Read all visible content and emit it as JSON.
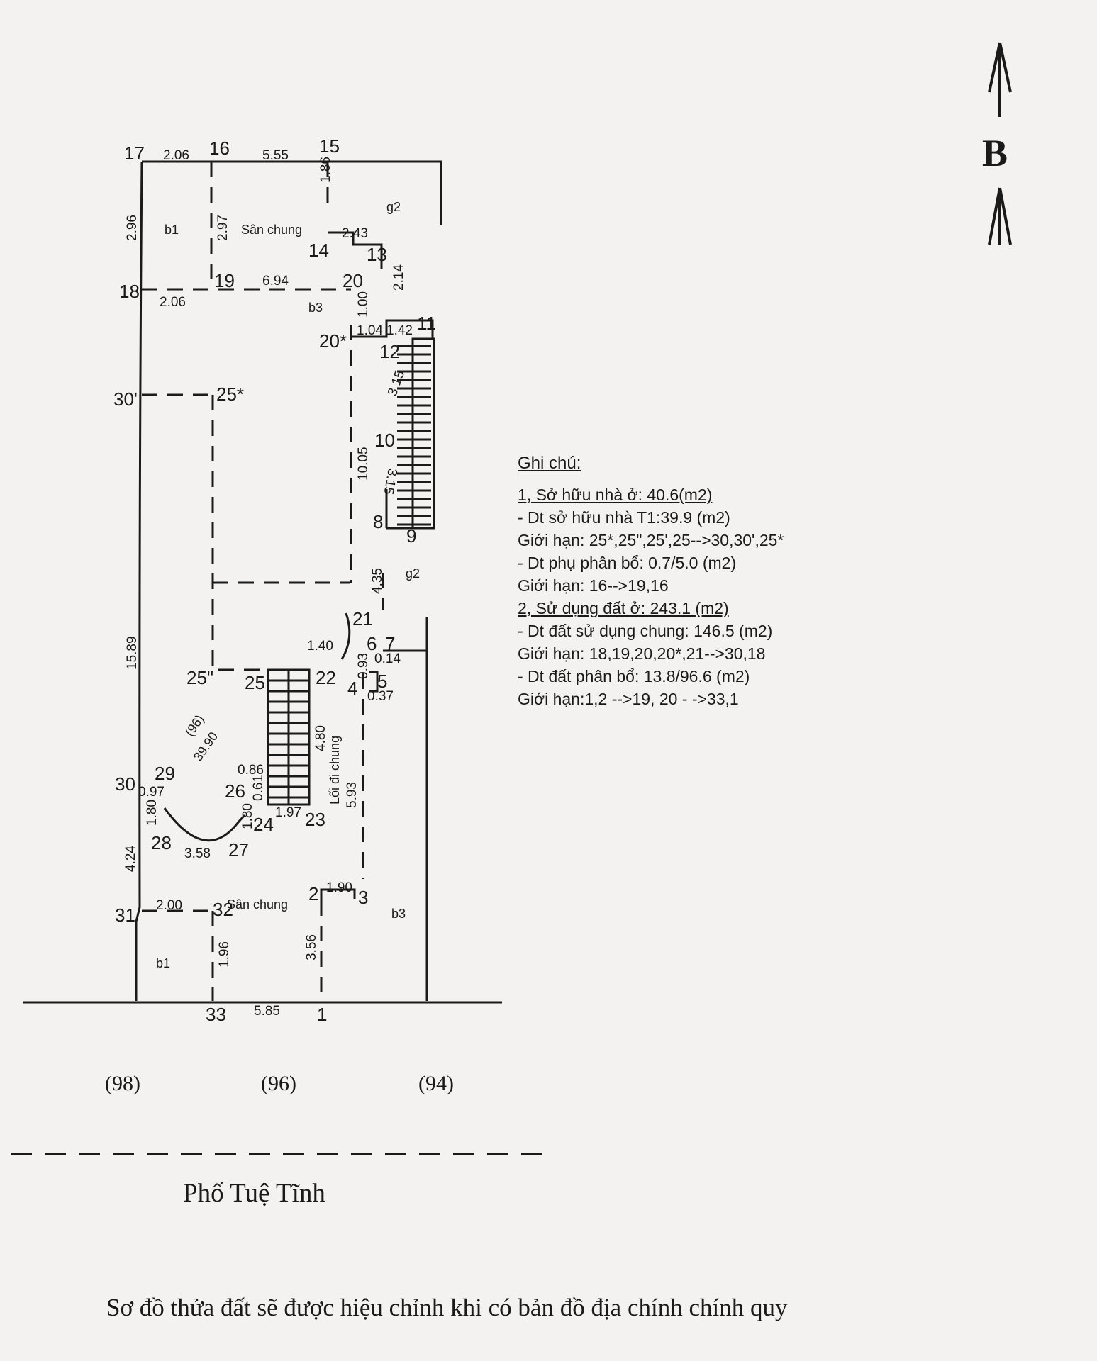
{
  "compass_letter": "B",
  "notes": {
    "title": "Ghi chú:",
    "lines": [
      "1, Sở hữu nhà ở: 40.6(m2)",
      "- Dt sở hữu nhà T1:39.9 (m2)",
      "Giới hạn: 25*,25\",25',25-->30,30',25*",
      "- Dt phụ phân bổ: 0.7/5.0 (m2)",
      "Giới hạn: 16-->19,16",
      "2, Sử dụng đất ở: 243.1 (m2)",
      "- Dt đất sử dụng chung: 146.5 (m2)",
      "Giới hạn: 18,19,20,20*,21-->30,18",
      "- Dt đất phân bổ: 13.8/96.6 (m2)",
      "Giới hạn:1,2 -->19, 20 - ->33,1"
    ]
  },
  "neighbors": [
    "(98)",
    "(96)",
    "(94)"
  ],
  "street": "Phố Tuệ Tĩnh",
  "footer": "Sơ đồ thửa đất sẽ được hiệu chỉnh khi có bản đồ địa chính chính quy",
  "labels": {
    "p17": "17",
    "p16": "16",
    "p15": "15",
    "p18": "18",
    "p19": "19",
    "p20": "20",
    "p20s": "20*",
    "p14": "14",
    "p13": "13",
    "p11": "11",
    "p12": "12",
    "p30a": "30'",
    "p25s": "25*",
    "p10": "10",
    "p8": "8",
    "p9": "9",
    "p21": "21",
    "p6": "6",
    "p7": "7",
    "p25dq": "25\"",
    "p25": "25",
    "p22": "22",
    "p4": "4",
    "p5": "5",
    "p30": "30",
    "p29": "29",
    "p26": "26",
    "p24": "24",
    "p23": "23",
    "p28": "28",
    "p27": "27",
    "p31": "31",
    "p32": "32",
    "p2": "2",
    "p3": "3",
    "p33": "33",
    "p1": "1",
    "d206a": "2.06",
    "d555": "5.55",
    "d186": "1.86",
    "d296": "2.96",
    "d297": "2.97",
    "d243": "2.43",
    "d214": "2.14",
    "d206b": "2.06",
    "d694": "6.94",
    "d100": "1.00",
    "d104": "1.04",
    "d142": "1.42",
    "d315a": "3.15",
    "d1005": "10.05",
    "d315b": "3.15",
    "d435": "4.35",
    "d140": "1.40",
    "d093": "0.93",
    "d014": "0.14",
    "d037": "0.37",
    "d480": "4.80",
    "d593": "5.93",
    "d1589": "15.89",
    "d086": "0.86",
    "d061": "0.61",
    "d097": "0.97",
    "d180a": "1.80",
    "d180b": "1.80",
    "d197": "1.97",
    "d358": "3.58",
    "d424": "4.24",
    "d200": "2.00",
    "d190": "1.90",
    "d196": "1.96",
    "d356": "3.56",
    "d585": "5.85",
    "b1a": "b1",
    "b1b": "b1",
    "b3a": "b3",
    "b3b": "b3",
    "g2a": "g2",
    "g2b": "g2",
    "san1": "Sân chung",
    "san2": "Sân chung",
    "loidi": "Lối đi chung",
    "unit_num": "(96)",
    "unit_area": "39.90"
  }
}
